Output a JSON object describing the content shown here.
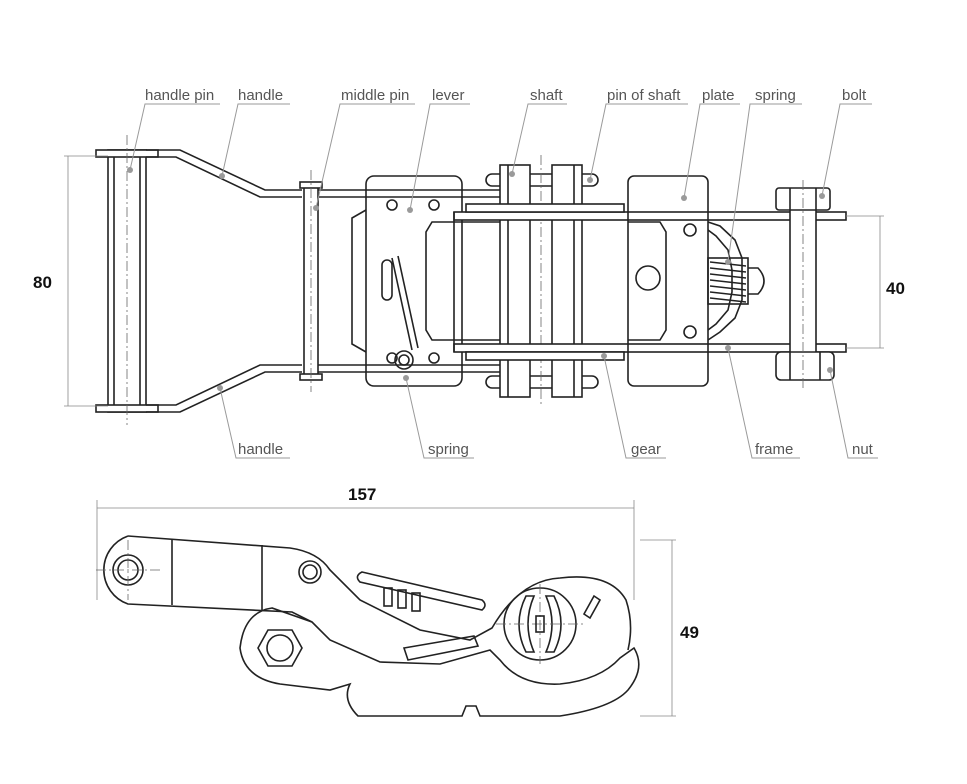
{
  "labels_top": {
    "handle_pin": "handle pin",
    "handle": "handle",
    "middle_pin": "middle pin",
    "lever": "lever",
    "shaft": "shaft",
    "pin_of_shaft": "pin of shaft",
    "plate": "plate",
    "spring": "spring",
    "bolt": "bolt"
  },
  "labels_bottom": {
    "handle": "handle",
    "spring": "spring",
    "gear": "gear",
    "frame": "frame",
    "nut": "nut"
  },
  "dimensions": {
    "height_overall": "80",
    "frame_width": "40",
    "length": "157",
    "side_height": "49"
  }
}
